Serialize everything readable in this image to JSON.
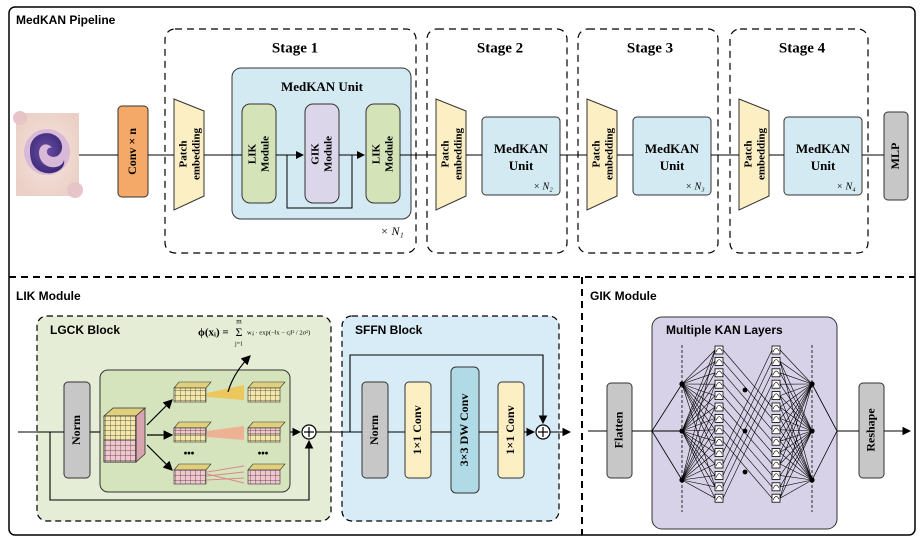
{
  "pipeline": {
    "title": "MedKAN Pipeline",
    "conv": "Conv × n",
    "patch1": "Patch",
    "patch2": "embedding",
    "mlp": "MLP",
    "stages": [
      {
        "title": "Stage 1",
        "unit_title": "MedKAN Unit",
        "repeat": "× N₁"
      },
      {
        "title": "Stage 2",
        "unit1": "MedKAN",
        "unit2": "Unit",
        "repeat": "× N₂"
      },
      {
        "title": "Stage 3",
        "unit1": "MedKAN",
        "unit2": "Unit",
        "repeat": "× N₃"
      },
      {
        "title": "Stage 4",
        "unit1": "MedKAN",
        "unit2": "Unit",
        "repeat": "× N₄"
      }
    ],
    "lik1": "LIK",
    "lik2": "Module",
    "gik1": "GIK",
    "gik2": "Module"
  },
  "lik_module": {
    "title": "LIK Module",
    "lgck_title": "LGCK Block",
    "sffn_title": "SFFN Block",
    "norm": "Norm",
    "conv1x1": "1×1 Conv",
    "dwconv": "3×3 DW Conv",
    "dots": "•••",
    "formula_lhs": "ϕ(xᵢ) =",
    "formula_sum": "Σ",
    "formula_top": "m",
    "formula_bottom": "j=1",
    "formula_body": "wᵢⱼ · exp(−‖x − cⱼ‖² / 2σ²)"
  },
  "gik_module": {
    "title": "GIK Module",
    "kan_title": "Multiple KAN Layers",
    "flatten": "Flatten",
    "reshape": "Reshape"
  },
  "colors": {
    "conv": "#f5a968",
    "patch": "#fcefc4",
    "unit_bg": "#d4eaf2",
    "lik": "#d4e3b8",
    "gik": "#dcd6ea",
    "mlp": "#c7c7c7",
    "lgck_bg": "#e5edd6",
    "lgck_inner": "#d5e4bd",
    "sffn_bg": "#d7ecf6",
    "dwconv": "#b0dbe6",
    "kan_bg": "#d7d2e7"
  }
}
